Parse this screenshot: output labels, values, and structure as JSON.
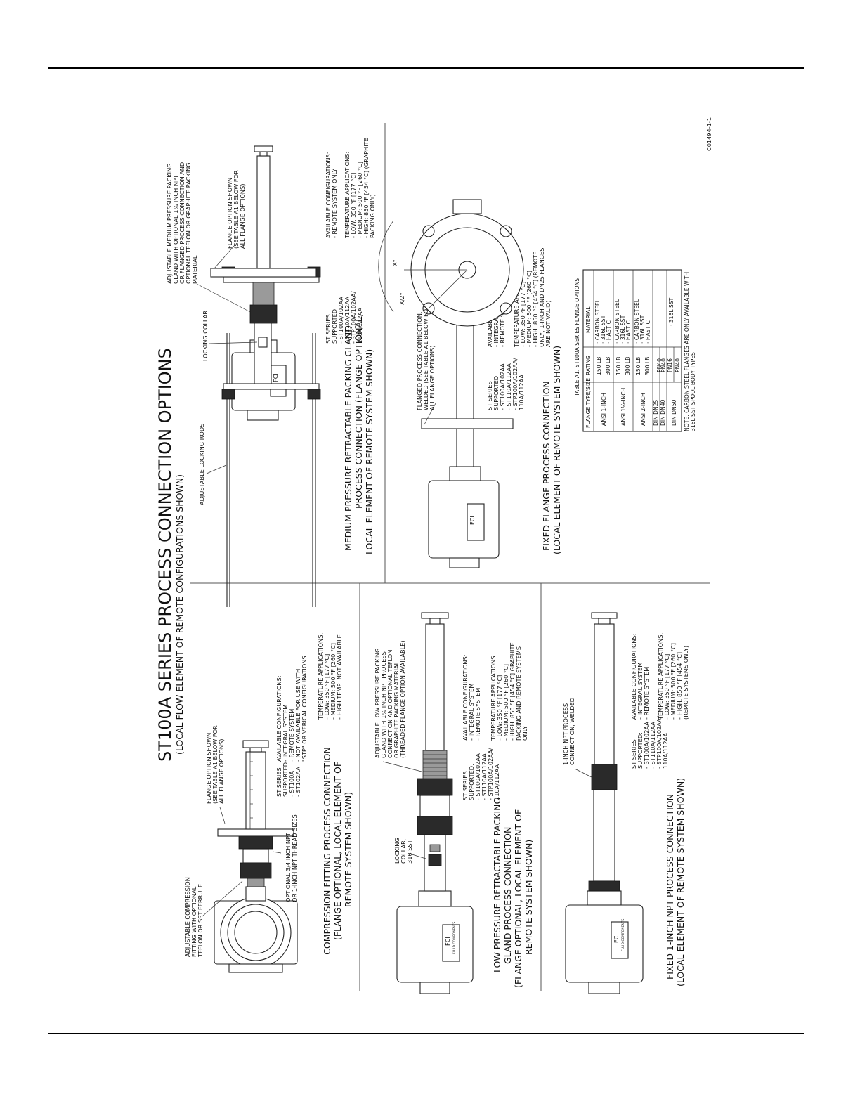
{
  "title": "ST100A SERIES PROCESS CONNECTION OPTIONS",
  "subtitle": "(LOCAL FLOW ELEMENT OF REMOTE CONFIGURATIONS SHOWN)",
  "drawing_number": "C01494-1-1",
  "views": {
    "compression": {
      "caption": [
        "COMPRESSION FITTING PROCESS CONNECTION",
        "(FLANGE OPTIONAL, LOCAL ELEMENT OF",
        "REMOTE SYSTEM SHOWN)"
      ],
      "callout_fitting": [
        "ADJUSTABLE COMPRESSION",
        "FITTING WITH OPTIONAL",
        "TEFLON OR SST FERRULE"
      ],
      "callout_thread": [
        "OPTIONAL 3/4 INCH NPT",
        "OR 1-INCH NPT THREAD SIZES"
      ],
      "callout_flange": [
        "FLANGE OPTION SHOWN",
        "(SEE TABLE A1 BELOW FOR",
        "ALL FLANGE OPTIONS)"
      ],
      "series": [
        "ST SERIES",
        "SUPPORTED:",
        "  - ST100A",
        "  - ST102AA"
      ],
      "configs": [
        "AVAILABLE CONFIGURATIONS:",
        "  - INTEGRAL SYSTEM",
        "  - REMOTE SYSTEM",
        "  - NOT AVAILABLE FOR USE WITH",
        "    \"STP\" OR VERICAL CONFIGURATIONS"
      ],
      "temps": [
        "TEMPERATURE APPLICATIONS:",
        "  - LOW: 350 °F [177 °C]",
        "  - MEDIUM: 500 °F [260 °C]",
        "  - HIGH TEMP: NOT AVAILABLE"
      ]
    },
    "low_pressure": {
      "caption": [
        "LOW PRESSURE RETRACTABLE PACKING",
        "GLAND PROCESS CONNECTION",
        "(FLANGE OPTIONAL, LOCAL ELEMENT OF",
        "REMOTE SYSTEM SHOWN)"
      ],
      "callout_collar": [
        "LOCKING",
        "COLLAR,",
        "316 SST"
      ],
      "callout_gland": [
        "ADJUSTABLE LOW PRESSURE PACKING",
        "GLAND WITH 1¼ INCH NPT PROCESS",
        "CONNECTION AND OPTIONAL TEFLON",
        "OR GRAPHITE PACKING MATERIAL",
        "(THREADED FLANGE OPTION AVAILABLE)"
      ],
      "series": [
        "ST SERIES",
        "SUPPORTED:",
        "  - ST100A/102AA",
        "  - ST110A/112AA",
        "  - STP100A/102AA/",
        "    110A/112AA"
      ],
      "configs": [
        "AVAILABLE CONFIGURATIONS:",
        "  - INTEGRAL SYSTEM",
        "  - REMOTE SYSTEM"
      ],
      "temps": [
        "TEMPERATURE APPLICATIONS:",
        "  - LOW: 350 °F [177 °C]",
        "  - MEDIUM: 500 °F [260 °C]",
        "  - HIGH: 850 °F [454 °C] GRAPHITE",
        "    PACKING AND REMOTE SYSTEMS",
        "    ONLY"
      ]
    },
    "npt": {
      "caption": [
        "FIXED 1-INCH NPT PROCESS CONNECTION",
        "(LOCAL ELEMENT OF REMOTE SYSTEM SHOWN)"
      ],
      "callout_npt": [
        "1-INCH NPT PROCESS",
        "CONNECTION, WELDED"
      ],
      "series": [
        "ST SERIES",
        "SUPPORTED:",
        "  - ST100A/102AA",
        "  - ST110A/112AA",
        "  - STP100A/102AA/",
        "    110A/112AA"
      ],
      "configs": [
        "AVAILABLE CONFIGURATIONS:",
        "  - INTEGRAL SYSTEM",
        "  - REMOTE SYSTEM"
      ],
      "temps": [
        "TEMPERATURE APPLICATIONS:",
        "  - LOW: 350 °F [177 °C]",
        "  - MEDIUM: 500 °F [260 °C]",
        "  - HIGH: 850 °F [454 °C]",
        "    (REMOTE SYSTEMS ONLY)"
      ]
    },
    "medium_pressure": {
      "caption": [
        "MEDIUM PRESSURE RETRACTABLE PACKING GLAND",
        "PROCESS CONNECTION (FLANGE OPTIONAL,",
        "LOCAL ELEMENT OF REMOTE SYSTEM SHOWN)"
      ],
      "callout_rods": "ADJUSTABLE LOCKING RODS",
      "callout_collar": "LOCKING COLLAR",
      "callout_gland": [
        "ADJUSTABLE MEDIUM PRESSURE PACKING",
        "GLAND WITH OPTIONAL 1¼ INCH NPT",
        "OR FLANGED PROCESS CONNECTION AND",
        "OPTIONAL TEFLON OR GRAPHITE PACKING",
        "MATERIAL"
      ],
      "callout_flange": [
        "FLANGE OPTION SHOWN",
        "(SEE TABLE A1 BELOW FOR",
        "ALL FLANGE OPTIONS)"
      ],
      "series": [
        "ST SERIES",
        "SUPPORTED:",
        "  - ST100A/102AA",
        "  - ST110A/112AA",
        "  - STP100A/102AA/",
        "    110A/112AA"
      ],
      "configs": [
        "AVAILABLE CONFIGURATIONS:",
        "  - REMOTE SYSTEM ONLY"
      ],
      "temps": [
        "TEMPERATURE APPLICATIONS:",
        "  - LOW: 350 °F [177 °C]",
        "  - MEDIUM: 500 °F [260 °C]",
        "  - HIGH: 850 °F [454 °C] (GRAPHITE",
        "    PACKING ONLY)"
      ]
    },
    "fixed_flange": {
      "caption": [
        "FIXED FLANGE PROCESS CONNECTION",
        "(LOCAL ELEMENT OF REMOTE SYSTEM SHOWN)"
      ],
      "callout_flange": [
        "FLANGED PROCESS CONNECTION,",
        "WELDED (SEE TABLE A1 BELOW FOR",
        "ALL FLANGE OPTIONS)"
      ],
      "series": [
        "ST SERIES",
        "SUPPORTED:",
        "  - ST100A/102AA",
        "  - ST110A/112AA",
        "  - STP100A/102AA/",
        "    110A/112AA"
      ],
      "configs": [
        "AVAILABLE CONFIGURATIONS:",
        "  - INTEGRAL SYSTEM",
        "  - REMOTE SYSTEM"
      ],
      "temps": [
        "TEMPERATURE APPLICATIONS:",
        "  - LOW: 350 °F [177 °C]",
        "  - MEDIUM: 500 °F [260 °C]",
        "  - HIGH: 850 °F [454 °C] (REMOTE",
        "    ONLY, 1-INCH AND DN25 FLANGES",
        "    ARE NOT VALID)"
      ],
      "dim_x": "X°",
      "dim_half": "X/2°"
    }
  },
  "flange_table": {
    "title": "TABLE A1. ST100A SERIES FLANGE OPTIONS",
    "headers": [
      "FLANGE TYPE/SIZE",
      "RATING",
      "MATERIAL"
    ],
    "rows": [
      {
        "size": "ANSI 1-INCH",
        "ratings": [
          "150 LB",
          "300 LB"
        ],
        "material": [
          "· CARBON STEEL",
          "  · 316L SST",
          "  · HAST C"
        ]
      },
      {
        "size": "ANSI 1½-INCH",
        "ratings": [
          "150 LB",
          "300 LB"
        ],
        "material": [
          "· CARBON STEEL",
          "  · 316L SST",
          "  · HAST C"
        ]
      },
      {
        "size": "ANSI 2-INCH",
        "ratings": [
          "150 LB",
          "300 LB"
        ],
        "material": [
          "· CARBON STEEL",
          "  · 316L SST",
          "  · HAST C"
        ]
      },
      {
        "size": "DIN DN25",
        "ratings": [
          "PN40"
        ],
        "material": []
      },
      {
        "size": "DIN DN40",
        "ratings": [
          "PN40"
        ],
        "material": []
      },
      {
        "size": "DIN DN50",
        "ratings": [
          "PN16",
          "PN40"
        ],
        "material": [
          "· 316L SST"
        ]
      }
    ],
    "note": [
      "NOTE:  CARBON STEEL FLANGES ARE ONLY AVAILABLE WITH",
      "       316L SST SPOOL BODY TYPES"
    ]
  },
  "meter_label": [
    "FCI",
    "FLUID COMPONENTS"
  ]
}
